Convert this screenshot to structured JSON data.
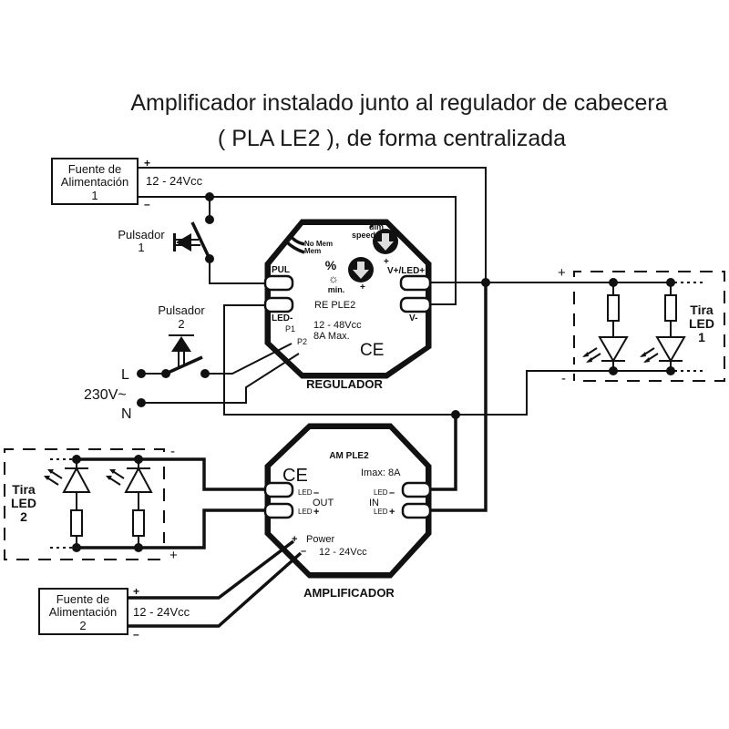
{
  "title": {
    "line1": "Amplificador instalado junto al regulador de cabecera",
    "line2": "( PLA LE2 ), de forma centralizada"
  },
  "power_supply_1": {
    "label_line1": "Fuente de",
    "label_line2": "Alimentación",
    "label_line3": "1",
    "voltage": "12 - 24Vcc",
    "plus": "+",
    "minus": "–"
  },
  "power_supply_2": {
    "label_line1": "Fuente de",
    "label_line2": "Alimentación",
    "label_line3": "2",
    "voltage": "12 - 24Vcc",
    "plus": "+",
    "minus": "–"
  },
  "pushbutton_1": {
    "label_line1": "Pulsador",
    "label_line2": "1"
  },
  "pushbutton_2": {
    "label_line1": "Pulsador",
    "label_line2": "2"
  },
  "mains": {
    "l": "L",
    "voltage": "230V~",
    "n": "N"
  },
  "regulator": {
    "name": "REGULADOR",
    "model": "RE PLE2",
    "voltage": "12 - 48Vcc",
    "current": "8A Max.",
    "ce_mark": "CE",
    "terminal_pul": "PUL",
    "terminal_led_minus": "LED-",
    "terminal_vplus_led": "V+/LED+",
    "terminal_vminus": "V-",
    "p1": "P1",
    "p2": "P2",
    "no_mem": "No Mem",
    "mem": "Mem",
    "dim_line1": "dim",
    "dim_line2": "speed",
    "pct": "%",
    "min": "min.",
    "knob_minus": "–",
    "knob_plus": "+"
  },
  "amplifier": {
    "name": "AMPLIFICADOR",
    "model": "AM PLE2",
    "imax": "Imax: 8A",
    "ce_mark": "CE",
    "out_label": "OUT",
    "in_label": "IN",
    "out_led_minus": "LED",
    "out_led_plus": "LED",
    "in_led_minus": "LED",
    "in_led_plus": "LED",
    "minus_sign": "–",
    "plus_sign": "+",
    "power_label": "Power",
    "power_voltage": "12 - 24Vcc",
    "power_plus": "+",
    "power_minus": "–"
  },
  "led_strip_1": {
    "label_line1": "Tira",
    "label_line2": "LED",
    "label_line3": "1",
    "plus": "+",
    "minus": "-"
  },
  "led_strip_2": {
    "label_line1": "Tira",
    "label_line2": "LED",
    "label_line3": "2",
    "plus": "+",
    "minus": "-"
  }
}
